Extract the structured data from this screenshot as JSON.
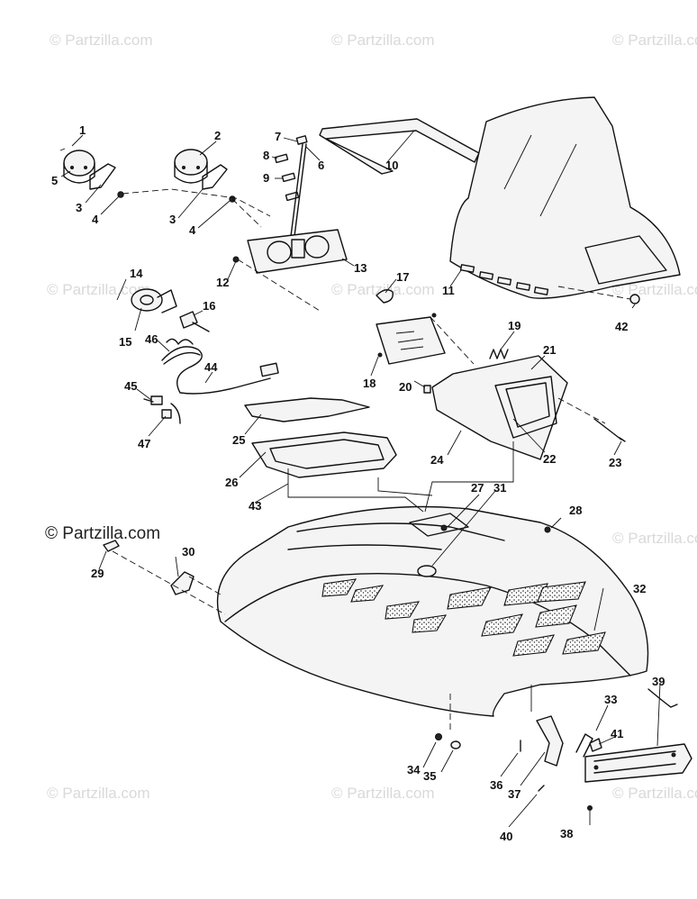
{
  "watermark": {
    "text": "© Partzilla.com",
    "main_text": "© Partzilla.com"
  },
  "callouts": [
    "1",
    "2",
    "3",
    "3",
    "4",
    "4",
    "5",
    "6",
    "7",
    "8",
    "9",
    "10",
    "11",
    "12",
    "13",
    "14",
    "15",
    "16",
    "17",
    "18",
    "19",
    "20",
    "21",
    "22",
    "23",
    "24",
    "25",
    "26",
    "27",
    "28",
    "29",
    "30",
    "31",
    "32",
    "33",
    "34",
    "35",
    "36",
    "37",
    "38",
    "39",
    "40",
    "41",
    "42",
    "43",
    "44",
    "45",
    "46",
    "47"
  ]
}
